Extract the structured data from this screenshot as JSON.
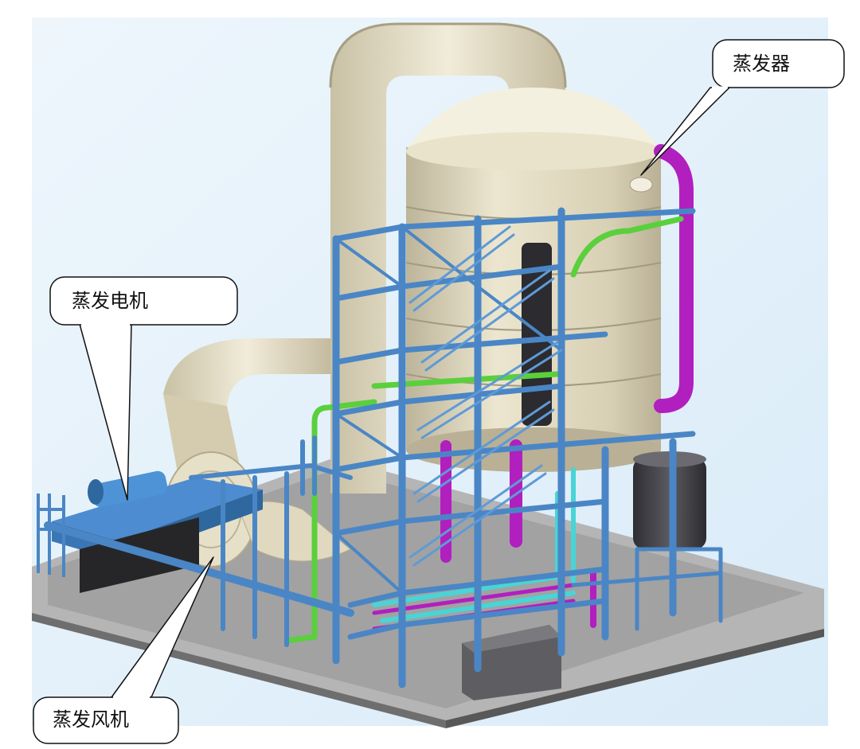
{
  "callouts": {
    "evaporator": "蒸发器",
    "evaporator_motor": "蒸发电机",
    "evaporator_fan": "蒸发风机"
  },
  "colors": {
    "sky": "#e6f2fb",
    "vessel": "#ddd6bd",
    "steel": "#4a86c5",
    "ground": "#9b9b9b",
    "pipe_purple": "#b11fbf",
    "pipe_green": "#5ad03c",
    "pipe_cyan": "#49d4d6",
    "tank_dark": "#3f3f44"
  }
}
